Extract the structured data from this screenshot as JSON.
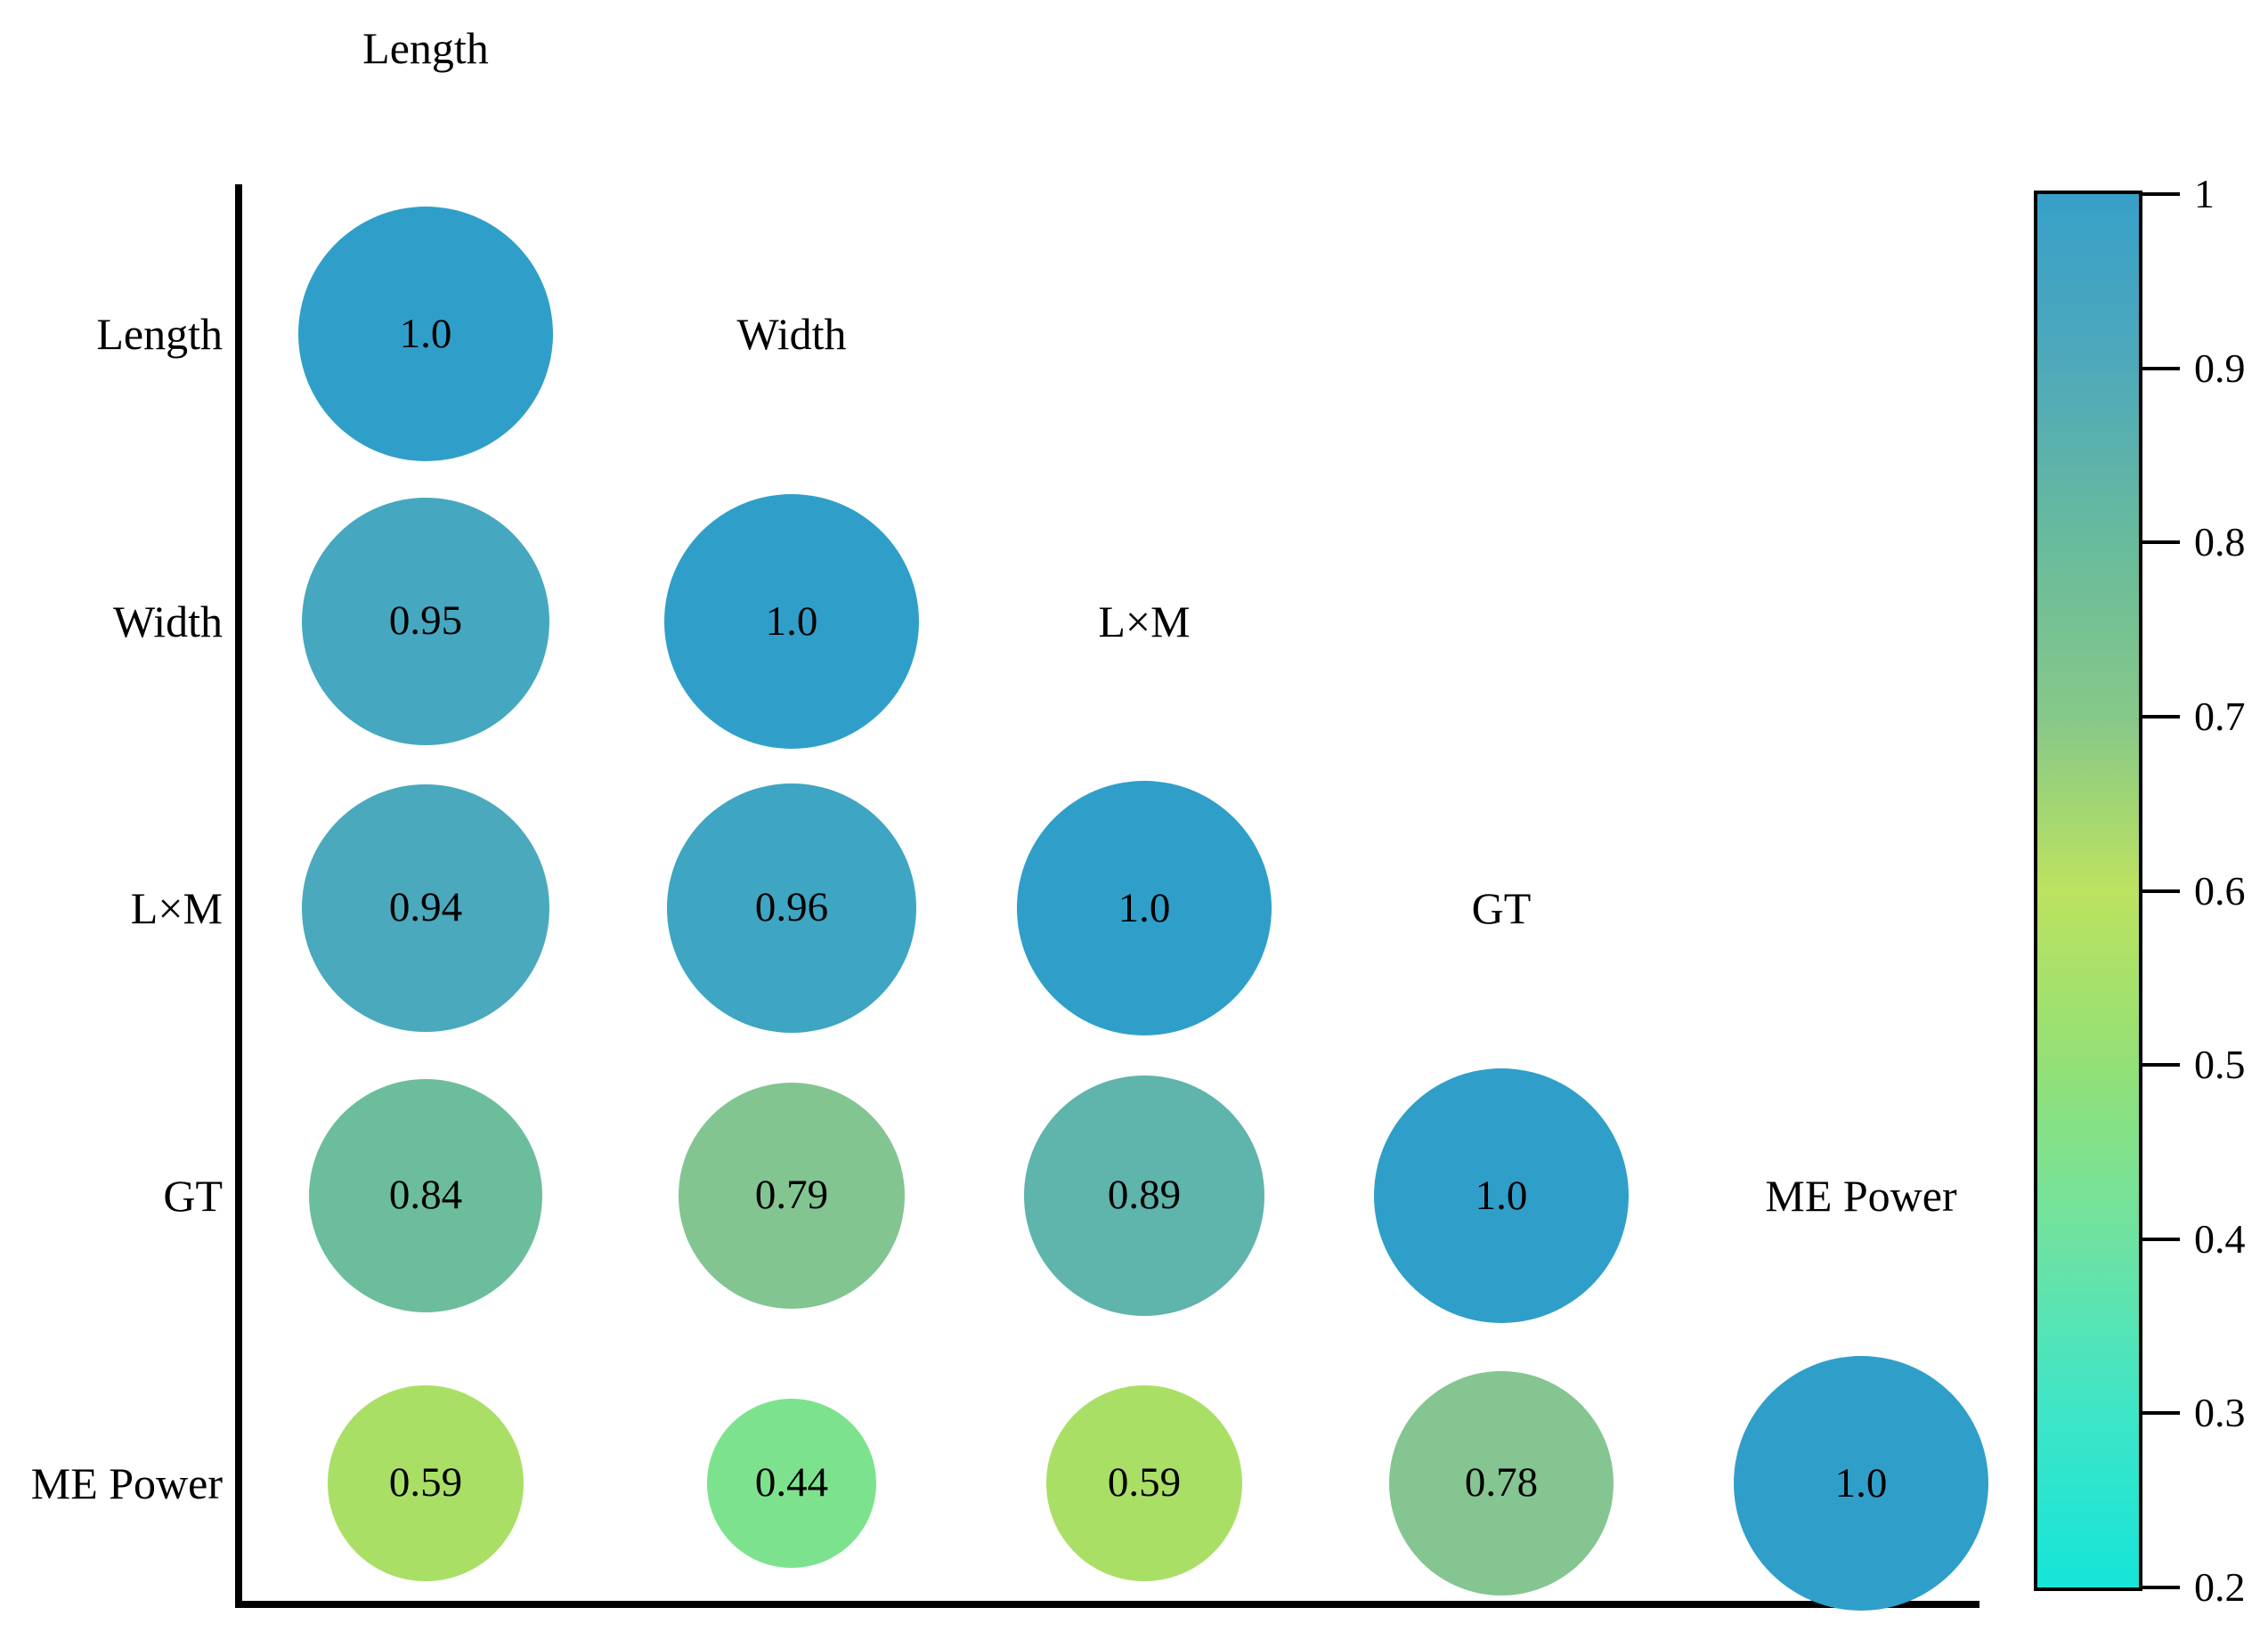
{
  "chart_data": {
    "type": "scatter",
    "subtype": "correlation-bubble-matrix-lower-triangular",
    "variables": [
      "Length",
      "Width",
      "L×M",
      "GT",
      "ME Power"
    ],
    "matrix_values": [
      [
        1.0
      ],
      [
        0.95,
        1.0
      ],
      [
        0.94,
        0.96,
        1.0
      ],
      [
        0.84,
        0.79,
        0.89,
        1.0
      ],
      [
        0.59,
        0.44,
        0.59,
        0.78,
        1.0
      ]
    ],
    "matrix_labels": [
      [
        "1.0"
      ],
      [
        "0.95",
        "1.0"
      ],
      [
        "0.94",
        "0.96",
        "1.0"
      ],
      [
        "0.84",
        "0.79",
        "0.89",
        "1.0"
      ],
      [
        "0.59",
        "0.44",
        "0.59",
        "0.78",
        "1.0"
      ]
    ],
    "matrix_colors": [
      [
        "#2f9fca"
      ],
      [
        "#45a8c0",
        "#2f9fca"
      ],
      [
        "#4aa9bd",
        "#3ea5c3",
        "#2f9fca"
      ],
      [
        "#6cbd9c",
        "#82c591",
        "#5fb4ab",
        "#2f9fca"
      ],
      [
        "#aadf66",
        "#7ce28e",
        "#aadf66",
        "#84c591",
        "#2f9fca"
      ]
    ],
    "size_encoding": "bubble radius proportional to sqrt(correlation)",
    "grid": false,
    "axes": "left and bottom black spines only, no tick marks on plot",
    "colorbar": {
      "position": "right",
      "min": 0.2,
      "max": 1.0,
      "tick_labels": [
        "1",
        "0.9",
        "0.8",
        "0.7",
        "0.6",
        "0.5",
        "0.4",
        "0.3",
        "0.2"
      ],
      "tick_values": [
        1.0,
        0.9,
        0.8,
        0.7,
        0.6,
        0.5,
        0.4,
        0.3,
        0.2
      ],
      "gradient_stops": [
        {
          "value": 1.0,
          "color": "#37a0c9"
        },
        {
          "value": 0.9,
          "color": "#4fa9ba"
        },
        {
          "value": 0.8,
          "color": "#68bb9c"
        },
        {
          "value": 0.7,
          "color": "#86c889"
        },
        {
          "value": 0.6,
          "color": "#bce25f"
        },
        {
          "value": 0.5,
          "color": "#93e077"
        },
        {
          "value": 0.4,
          "color": "#6ee2a2"
        },
        {
          "value": 0.3,
          "color": "#3ee5c8"
        },
        {
          "value": 0.2,
          "color": "#15e5d8"
        }
      ]
    },
    "text_color": "#000000",
    "background_color": "#ffffff"
  }
}
